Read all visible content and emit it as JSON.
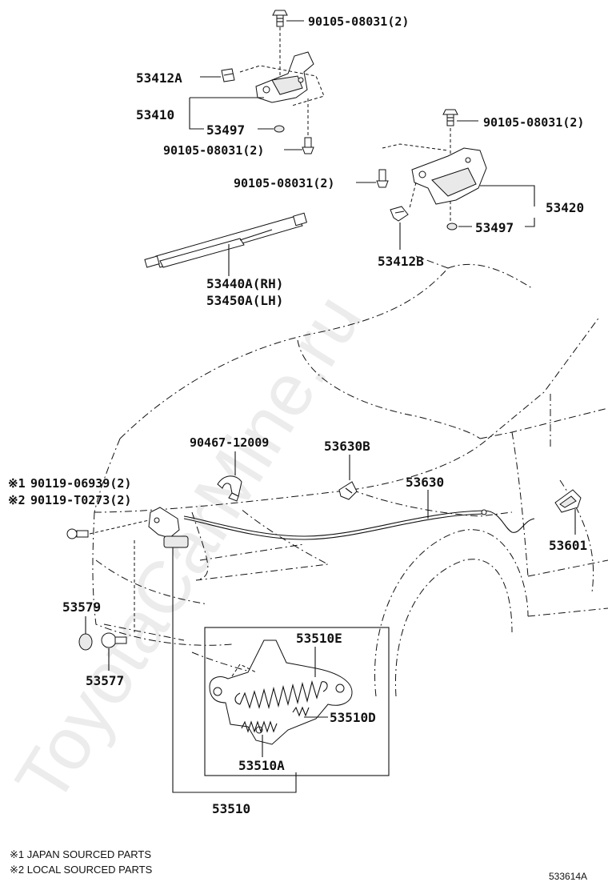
{
  "labels": {
    "bolt_top": "90105-08031(2)",
    "hinge_clip_a": "53412A",
    "hinge_lh": "53410",
    "washer_lh": "53497",
    "bolt_lh_lower": "90105-08031(2)",
    "bolt_rh_top": "90105-08031(2)",
    "bolt_rh_side": "90105-08031(2)",
    "hinge_rh": "53420",
    "washer_rh": "53497",
    "hinge_clip_b": "53412B",
    "strut_rh": "53440A(RH)",
    "strut_lh": "53450A(LH)",
    "clamp": "90467-12009",
    "cable_clip": "53630B",
    "cable": "53630",
    "lever": "53601",
    "lock_bolt_1": "90119-06939(2)",
    "lock_bolt_2": "90119-T0273(2)",
    "bolt_mark_1": "※1",
    "bolt_mark_2": "※2",
    "cushion": "53579",
    "stopper": "53577",
    "lock_sub_e": "53510E",
    "lock_sub_d": "53510D",
    "lock_sub_a": "53510A",
    "lock_assy": "53510"
  },
  "footnotes": {
    "note_1": "※1 JAPAN SOURCED PARTS",
    "note_2": "※2 LOCAL SOURCED PARTS"
  },
  "diagram_id": "533614A",
  "watermark": "ToyotaCarMine.ru",
  "colors": {
    "ink": "#111111",
    "watermark": "#c9c9c9",
    "background": "#ffffff"
  }
}
